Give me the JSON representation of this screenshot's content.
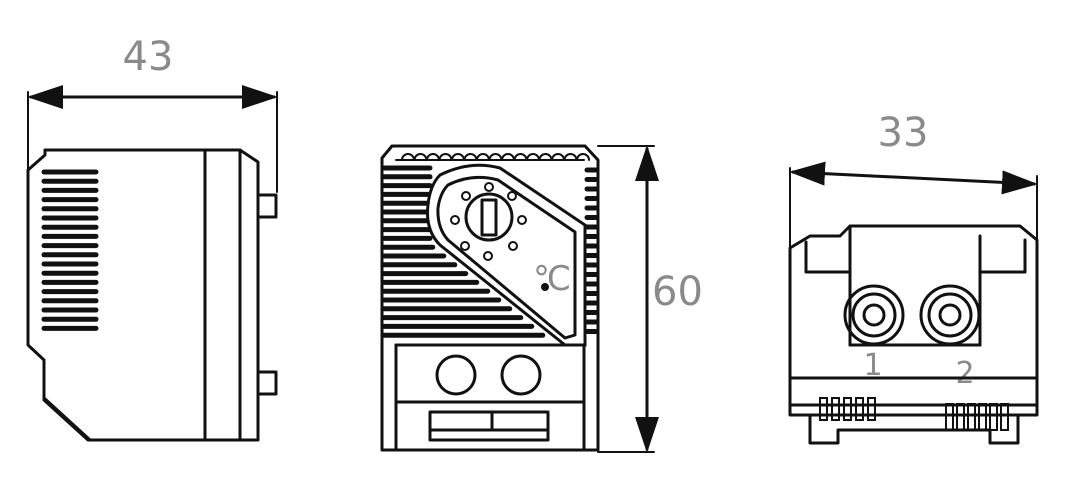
{
  "dimensions": {
    "width_label": "43",
    "height_label": "60",
    "depth_label": "33"
  },
  "front_view": {
    "unit_symbol": "℃"
  },
  "bottom_view": {
    "terminal_1_label": "1",
    "terminal_2_label": "2"
  },
  "colors": {
    "ink": "#111111",
    "dimension_text": "#8a8a8a"
  }
}
